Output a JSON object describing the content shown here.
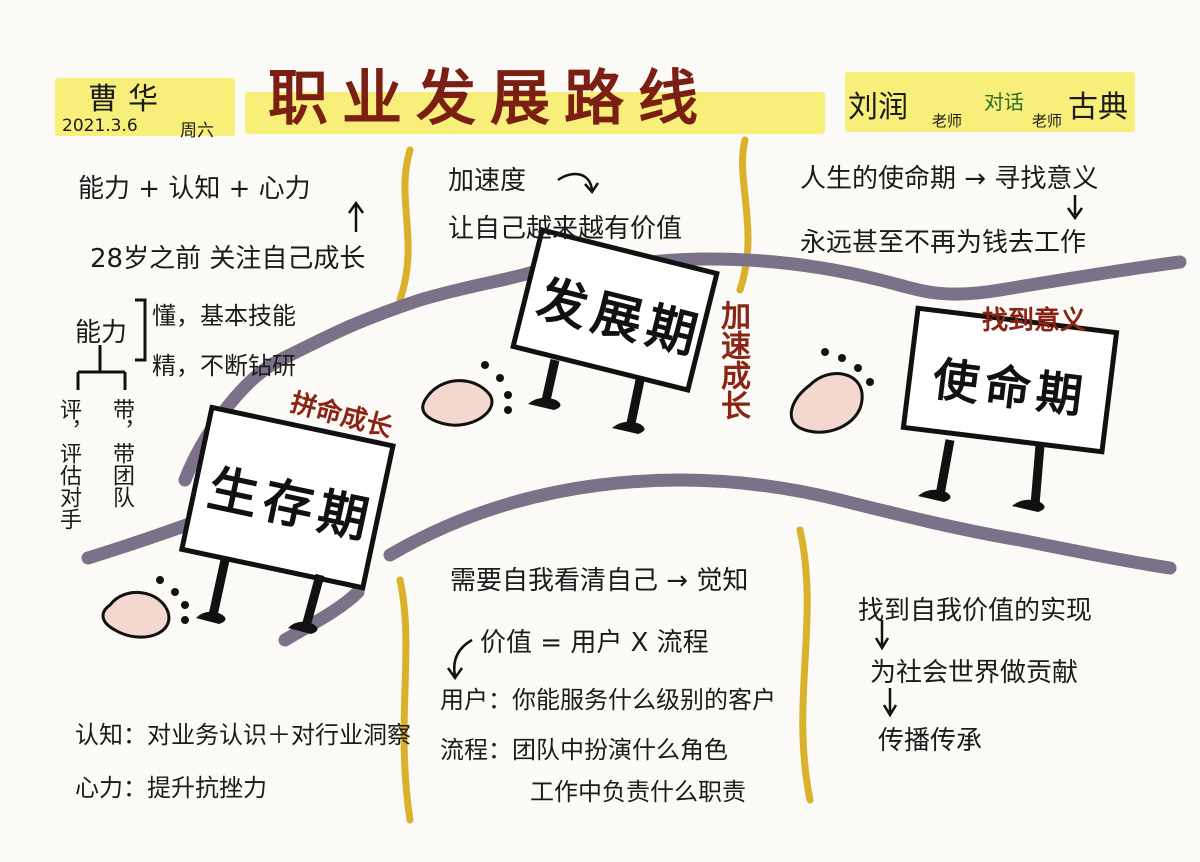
{
  "header": {
    "title": "职业发展路线",
    "author": "曹华",
    "date": "2021.3.6",
    "weekday": "周六",
    "dialogue_left": "刘润",
    "dialogue_left_role": "老师",
    "dialogue_mid": "对话",
    "dialogue_right_role": "老师",
    "dialogue_right": "古典"
  },
  "stages": {
    "survival": {
      "label": "生存期",
      "tag": "拼命成长"
    },
    "development": {
      "label": "发展期",
      "tag": "加速成长"
    },
    "mission": {
      "label": "使命期",
      "tag": "找到意义"
    }
  },
  "notes_left": {
    "formula": "能力 + 认知 + 心力",
    "before28": "28岁之前 关注自己成长",
    "ability": "能力",
    "dong": "懂，基本技能",
    "jing": "精，不断钻研",
    "ping": "评，评估对手",
    "dai": "带，带团队"
  },
  "notes_mid_top": {
    "line1": "加速度",
    "line2": "让自己越来越有价值"
  },
  "notes_right_top": {
    "line1": "人生的使命期 → 寻找意义",
    "line2": "永远甚至不再为钱去工作"
  },
  "notes_bottom_left": {
    "line1": "认知：对业务认识＋对行业洞察",
    "line2": "心力：提升抗挫力"
  },
  "notes_bottom_mid": {
    "line1": "需要自我看清自己 → 觉知",
    "line2": "价值 = 用户 X 流程",
    "line3": "用户：你能服务什么级别的客户",
    "line4": "流程：团队中扮演什么角色",
    "line5": "工作中负责什么职责"
  },
  "notes_bottom_right": {
    "line1": "找到自我价值的实现",
    "line2": "为社会世界做贡献",
    "line3": "传播传承"
  },
  "colors": {
    "road": "#7b7189",
    "highlight": "#f7ef7a",
    "accent_red": "#8a2414",
    "divider": "#d9b12a",
    "foot": "#f4d8d0"
  }
}
